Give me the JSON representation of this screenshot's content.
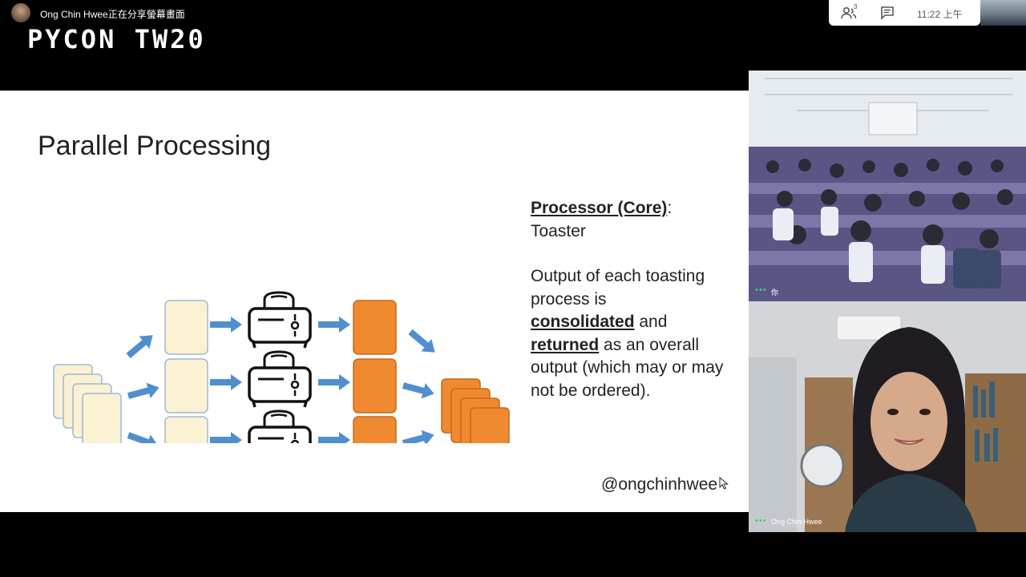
{
  "meeting": {
    "sharing_label": "Ong Chin Hwee正在分享螢幕畫面",
    "logo_text": "PYCON TW20",
    "people_count": "3",
    "clock": "11:22 上午",
    "icons": {
      "people": "people-icon",
      "chat": "chat-icon",
      "more": "more-dots-icon"
    }
  },
  "slide": {
    "title": "Parallel Processing",
    "processor_heading": "Processor (Core)",
    "processor_colon": ":",
    "processor_value": "Toaster",
    "output_1": "Output of each toasting process is",
    "consolidated": "consolidated",
    "and": " and",
    "returned": "returned",
    "output_2": " as an overall output (which may or may not be ordered).",
    "handle": "@ongchinhwee",
    "colors": {
      "bread": "#fbf1d3",
      "bread_border": "#9db9d4",
      "toast": "#f08a30",
      "toast_border": "#c7671a",
      "arrow": "#4f8fcf"
    }
  },
  "participants": [
    {
      "name": "你"
    },
    {
      "name": "Ong Chin Hwee"
    }
  ]
}
